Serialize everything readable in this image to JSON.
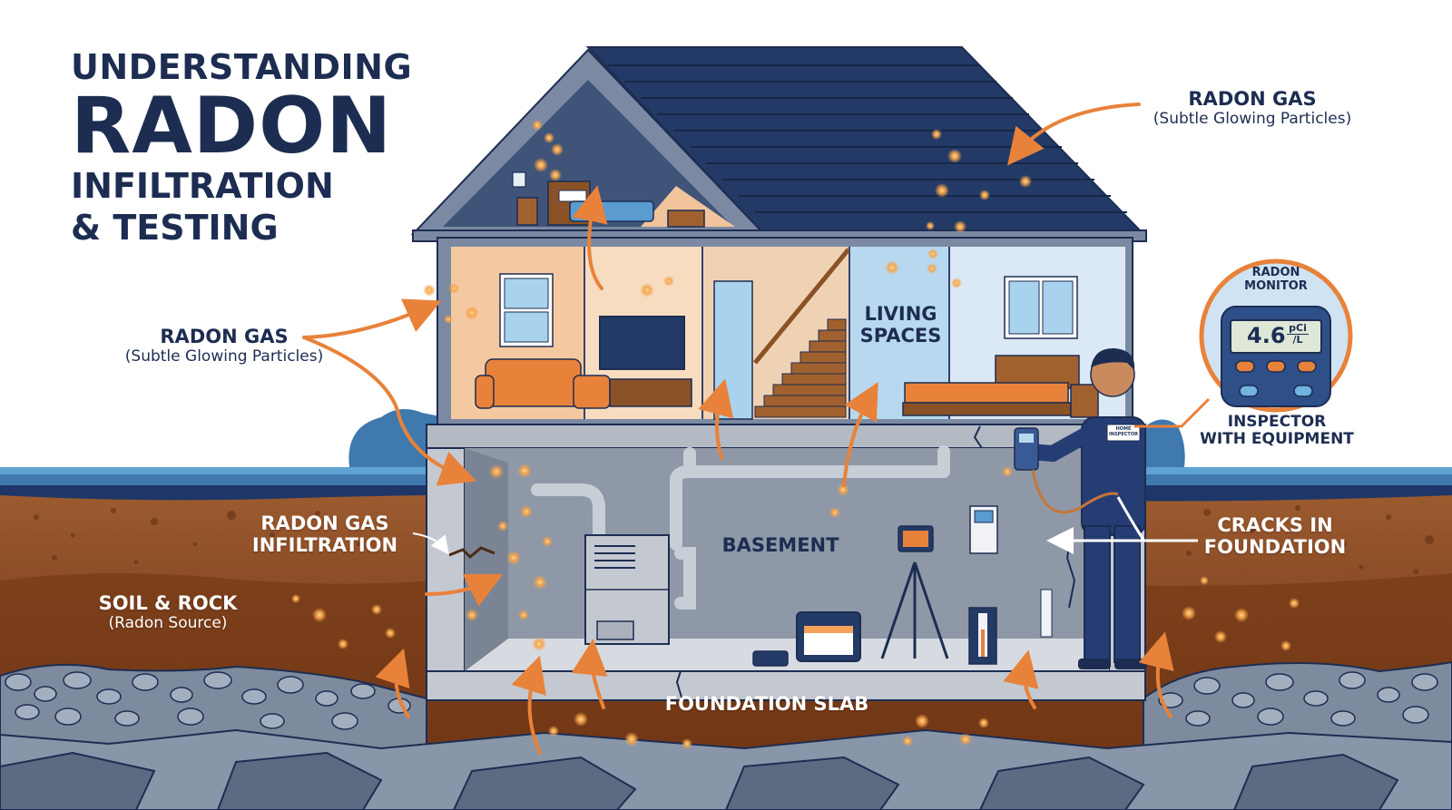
{
  "title": {
    "line1": "UNDERSTANDING",
    "line2": "RADON",
    "line3": "INFILTRATION",
    "line4": "& TESTING"
  },
  "labels": {
    "radon_gas_top_right": {
      "title": "RADON GAS",
      "subtitle": "(Subtle Glowing Particles)"
    },
    "radon_gas_left": {
      "title": "RADON GAS",
      "subtitle": "(Subtle Glowing Particles)"
    },
    "living_spaces": {
      "line1": "LIVING",
      "line2": "SPACES"
    },
    "basement": "BASEMENT",
    "radon_gas_infiltration": {
      "line1": "RADON GAS",
      "line2": "INFILTRATION"
    },
    "soil_rock": {
      "title": "SOIL & ROCK",
      "subtitle": "(Radon Source)"
    },
    "foundation_slab": "FOUNDATION SLAB",
    "cracks_in_foundation": {
      "line1": "CRACKS IN",
      "line2": "FOUNDATION"
    },
    "inspector": {
      "line1": "INSPECTOR",
      "line2": "WITH EQUIPMENT"
    },
    "inspector_badge": {
      "line1": "HOME",
      "line2": "INSPECTOR"
    }
  },
  "radon_monitor": {
    "title_line1": "RADON",
    "title_line2": "MONITOR",
    "reading": "4.6",
    "unit_top": "pCi",
    "unit_bottom": "/L"
  },
  "colors": {
    "navy": "#1d2d52",
    "roof": "#243a66",
    "accent_orange": "#e8823a",
    "soil_top": "#9a5a30",
    "soil_deep": "#7a3f1c",
    "rock": "#8795a8",
    "concrete": "#c4c9d1",
    "sky_blue": "#5fa3d2",
    "monitor_ring": "#e8823a"
  }
}
